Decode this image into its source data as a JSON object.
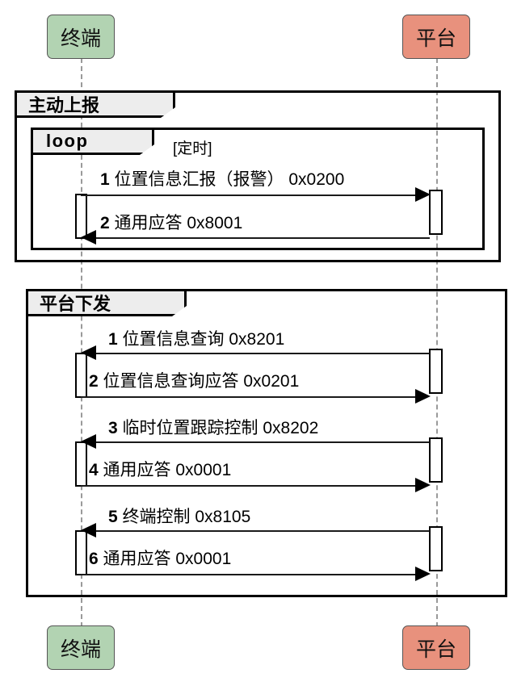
{
  "diagram": {
    "type": "uml-sequence-diagram",
    "colors": {
      "terminal_fill": "#b2d3b2",
      "platform_fill": "#e8917d",
      "fragment_border": "#000000",
      "label_fill": "#ededed",
      "lifeline": "#9a9a9a"
    }
  },
  "participants": [
    {
      "id": "terminal",
      "label": "终端"
    },
    {
      "id": "platform",
      "label": "平台"
    }
  ],
  "participants_bottom": [
    {
      "id": "terminal",
      "label": "终端"
    },
    {
      "id": "platform",
      "label": "平台"
    }
  ],
  "fragments": [
    {
      "id": "active-report",
      "label": "主动上报",
      "guard": "",
      "inner": {
        "id": "loop",
        "label": "loop",
        "guard": "[定时]"
      }
    },
    {
      "id": "platform-dispatch",
      "label": "平台下发",
      "guard": ""
    }
  ],
  "messages": {
    "active_report": [
      {
        "seq": "1",
        "text": "位置信息汇报（报警）  0x0200",
        "from": "terminal",
        "to": "platform",
        "direction": "right"
      },
      {
        "seq": "2",
        "text": "通用应答 0x8001",
        "from": "platform",
        "to": "terminal",
        "direction": "left"
      }
    ],
    "platform_dispatch": [
      {
        "seq": "1",
        "text": "位置信息查询 0x8201",
        "from": "platform",
        "to": "terminal",
        "direction": "left"
      },
      {
        "seq": "2",
        "text": "位置信息查询应答 0x0201",
        "from": "terminal",
        "to": "platform",
        "direction": "right"
      },
      {
        "seq": "3",
        "text": "临时位置跟踪控制 0x8202",
        "from": "platform",
        "to": "terminal",
        "direction": "left"
      },
      {
        "seq": "4",
        "text": "通用应答 0x0001",
        "from": "terminal",
        "to": "platform",
        "direction": "right"
      },
      {
        "seq": "5",
        "text": "终端控制 0x8105",
        "from": "platform",
        "to": "terminal",
        "direction": "left"
      },
      {
        "seq": "6",
        "text": "通用应答 0x0001",
        "from": "terminal",
        "to": "platform",
        "direction": "right"
      }
    ]
  }
}
